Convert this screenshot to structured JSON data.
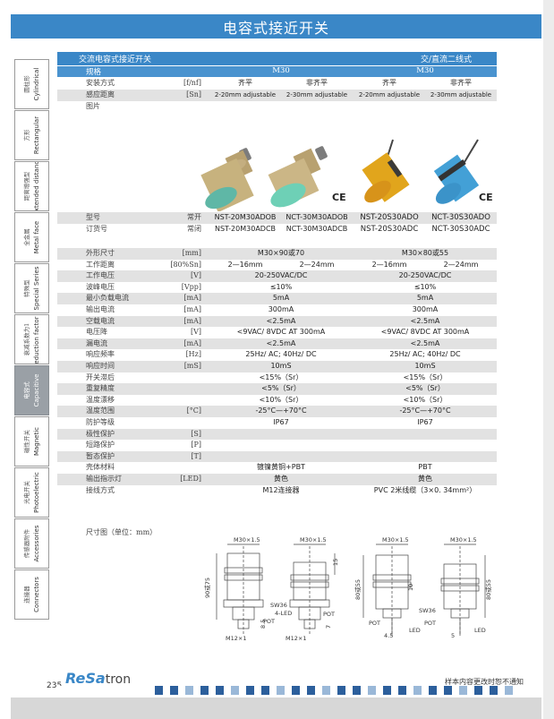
{
  "page_title": "电容式接近开关",
  "side_tabs": [
    {
      "cn": "圆柱形",
      "en": "Cylindrical"
    },
    {
      "cn": "方形",
      "en": "Rectangular"
    },
    {
      "cn": "距离增强型",
      "en": "Extended distance"
    },
    {
      "cn": "全金属",
      "en": "Metal face"
    },
    {
      "cn": "特殊型",
      "en": "Special Series"
    },
    {
      "cn": "衰减系数为1",
      "en": "Reduction factor 1"
    },
    {
      "cn": "电容式",
      "en": "Capacitive"
    },
    {
      "cn": "磁性开关",
      "en": "Magnetic"
    },
    {
      "cn": "光电开关",
      "en": "Photoelectric"
    },
    {
      "cn": "传感器附件",
      "en": "Accessories"
    },
    {
      "cn": "连接器",
      "en": "Connectors"
    }
  ],
  "table": {
    "left_header": "交流电容式接近开关",
    "right_header": "交/直流二线式",
    "spec_label": "规格",
    "spec_left": "M30",
    "spec_right": "M30",
    "mount": {
      "label": "安装方式",
      "unit": "[f/nf]",
      "c1": "齐平",
      "c2": "非齐平",
      "c3": "齐平",
      "c4": "非齐平"
    },
    "sense": {
      "label": "感应距离",
      "unit": "[Sn]",
      "c1": "2-20mm adjustable",
      "c2": "2-30mm adjustable",
      "c3": "2-20mm adjustable",
      "c4": "2-30mm adjustable"
    },
    "picture_label": "图片",
    "ce_mark": "CE",
    "model": {
      "label": "型号",
      "unit": "常开",
      "c1": "NST-20M30ADOB",
      "c2": "NCT-30M30ADOB",
      "c3": "NST-20S30ADO",
      "c4": "NCT-30S30ADO"
    },
    "order": {
      "label": "订货号",
      "unit": "常闭",
      "c1": "NST-20M30ADCB",
      "c2": "NCT-30M30ADCB",
      "c3": "NST-20S30ADC",
      "c4": "NCT-30S30ADC"
    },
    "rows": [
      {
        "label": "外形尺寸",
        "unit": "[mm]",
        "left": "M30×90或70",
        "right": "M30×80或55"
      },
      {
        "label": "工作距离",
        "unit": "[80%Sn]",
        "c1": "2—16mm",
        "c2": "2—24mm",
        "c3": "2—16mm",
        "c4": "2—24mm"
      },
      {
        "label": "工作电压",
        "unit": "[V]",
        "left": "20-250VAC/DC",
        "right": "20-250VAC/DC"
      },
      {
        "label": "波峰电压",
        "unit": "[Vpp]",
        "left": "≤10%",
        "right": "≤10%"
      },
      {
        "label": "最小负载电流",
        "unit": "[mA]",
        "left": "5mA",
        "right": "5mA"
      },
      {
        "label": "输出电流",
        "unit": "[mA]",
        "left": "300mA",
        "right": "300mA"
      },
      {
        "label": "空载电流",
        "unit": "[mA]",
        "left": "<2.5mA",
        "right": "<2.5mA"
      },
      {
        "label": "电压降",
        "unit": "[V]",
        "left": "<9VAC/ 8VDC AT 300mA",
        "right": "<9VAC/ 8VDC AT 300mA"
      },
      {
        "label": "漏电流",
        "unit": "[mA]",
        "left": "<2.5mA",
        "right": "<2.5mA"
      },
      {
        "label": "响应频率",
        "unit": "[Hz]",
        "left": "25Hz/ AC; 40Hz/ DC",
        "right": "25Hz/ AC; 40Hz/ DC"
      },
      {
        "label": "响应时间",
        "unit": "[mS]",
        "left": "10mS",
        "right": "10mS"
      },
      {
        "label": "开关滞后",
        "unit": "",
        "left": "<15%（Sr）",
        "right": "<15%（Sr）"
      },
      {
        "label": "重复精度",
        "unit": "",
        "left": "<5%（Sr）",
        "right": "<5%（Sr）"
      },
      {
        "label": "温度漂移",
        "unit": "",
        "left": "<10%（Sr）",
        "right": "<10%（Sr）"
      },
      {
        "label": "温度范围",
        "unit": "[°C]",
        "left": "-25°C—+70°C",
        "right": "-25°C—+70°C"
      },
      {
        "label": "防护等级",
        "unit": "",
        "left": "IP67",
        "right": "IP67"
      },
      {
        "label": "极性保护",
        "unit": "[S]",
        "left": "",
        "right": ""
      },
      {
        "label": "短路保护",
        "unit": "[P]",
        "left": "",
        "right": ""
      },
      {
        "label": "暂态保护",
        "unit": "[T]",
        "left": "",
        "right": ""
      },
      {
        "label": "壳体材料",
        "unit": "",
        "left": "镀镍黄铜+PBT",
        "right": "PBT"
      },
      {
        "label": "输出指示灯",
        "unit": "[LED]",
        "left": "黄色",
        "right": "黄色"
      },
      {
        "label": "接线方式",
        "unit": "",
        "left": "M12连接器",
        "right": "PVC 2米线缆（3×0. 34mm²）"
      }
    ],
    "dim_label": "尺寸图（单位：mm）",
    "dim_text": {
      "m30": "M30×1.5",
      "len_90": "90或75",
      "len_80": "80或55",
      "sw36": "SW36",
      "led": "4-LED",
      "pot": "POT",
      "m12": "M12×1",
      "led2": "LED",
      "d15": "15",
      "d10": "10",
      "d7": "7",
      "d85": "8.5",
      "d5": "5",
      "d45": "4.5"
    }
  },
  "footer": {
    "brand_main": "ReSa",
    "brand_sub": "tron",
    "page_number": "235",
    "notice": "样本内容更改时恕不通知"
  }
}
